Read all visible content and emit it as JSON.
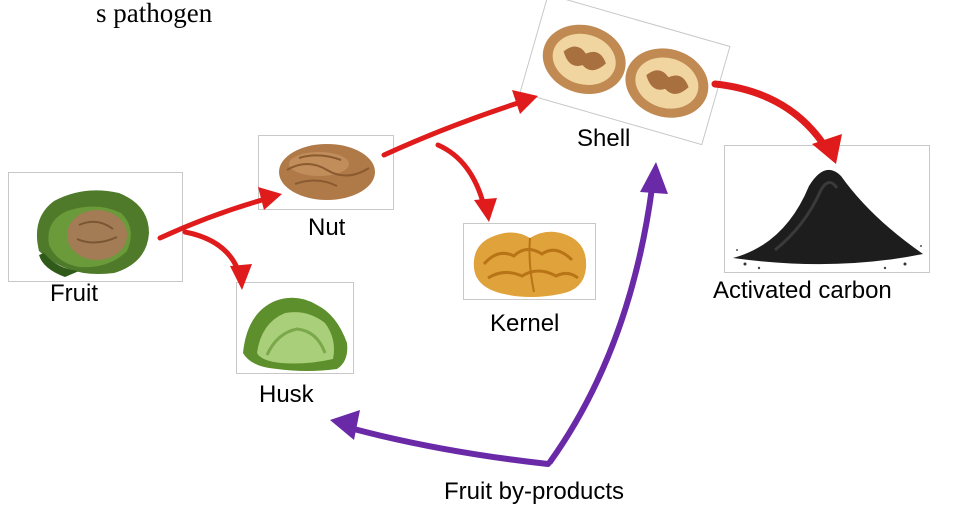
{
  "fragment_text": "s pathogen",
  "nodes": {
    "fruit": "Fruit",
    "nut": "Nut",
    "husk": "Husk",
    "kernel": "Kernel",
    "shell": "Shell",
    "activated_carbon": "Activated carbon",
    "byproducts": "Fruit by-products"
  },
  "colors": {
    "flow_arrow": "#e01b1b",
    "byproduct_arrow": "#6a2aa8"
  },
  "icons": [
    "walnut-fruit-icon",
    "walnut-nut-icon",
    "walnut-husk-icon",
    "walnut-kernel-icon",
    "walnut-shell-icon",
    "activated-carbon-icon"
  ]
}
